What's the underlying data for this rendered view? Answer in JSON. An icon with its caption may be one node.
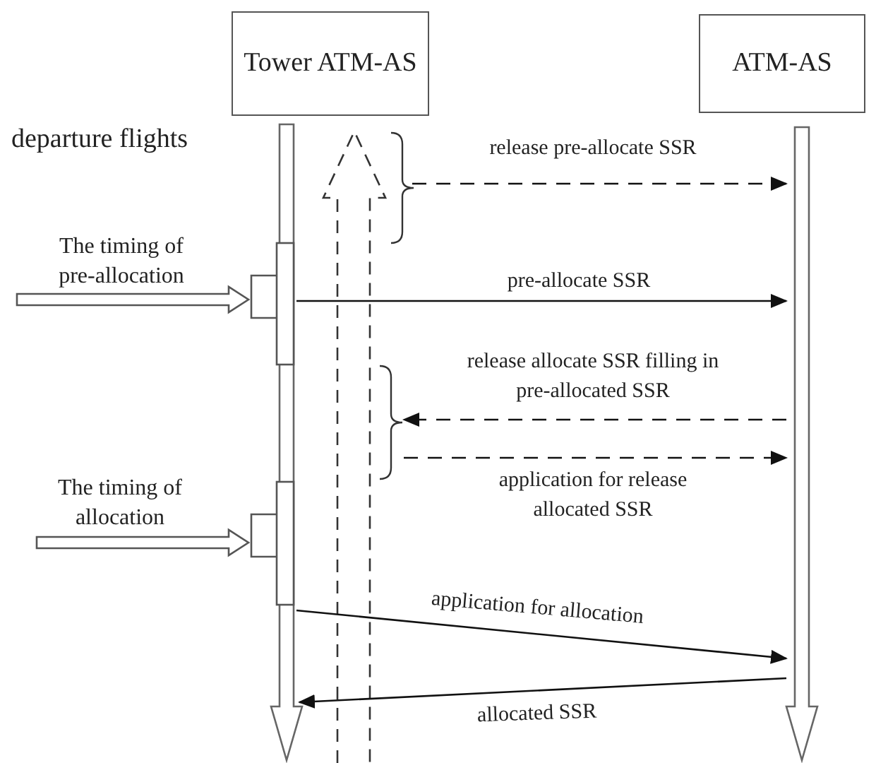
{
  "diagram": {
    "nodes": [
      {
        "text": [
          "Tower ATM-AS"
        ]
      },
      {
        "text": [
          "ATM-AS"
        ]
      },
      {
        "text": [],
        "shape": "bar"
      },
      {
        "text": [],
        "shape": "bar"
      },
      {
        "text": [
          "The timing of pre-allocation"
        ]
      },
      {
        "text": [],
        "shape": "bar"
      },
      {
        "text": [
          "The timing of allocation"
        ]
      },
      {
        "text": [],
        "shape": "bar"
      },
      {
        "text": [],
        "shape": "brace"
      },
      {
        "text": [],
        "shape": "brace"
      }
    ],
    "edges": [
      {
        "from": 8,
        "to": 3,
        "arrow": "to",
        "label": "release pre-allocate SSR",
        "style": "dashed"
      },
      {
        "from": 5,
        "to": 3,
        "arrow": "to",
        "label": "pre-allocate SSR"
      },
      {
        "from": 3,
        "to": 9,
        "arrow": "to",
        "label": "release allocate SSR filling in pre-allocated SSR",
        "style": "dashed"
      },
      {
        "from": 9,
        "to": 3,
        "arrow": "to",
        "label": "application for release allocated SSR",
        "style": "dashed"
      },
      {
        "from": 7,
        "to": 3,
        "arrow": "to",
        "label": "application for allocation"
      },
      {
        "from": 3,
        "to": 2,
        "arrow": "to",
        "label": "allocated SSR"
      },
      {
        "from": 4,
        "to": 5,
        "arrow": "to",
        "style": "thick"
      },
      {
        "from": 6,
        "to": 7,
        "arrow": "to",
        "style": "thick"
      }
    ],
    "labels": [
      "departure flights"
    ]
  }
}
